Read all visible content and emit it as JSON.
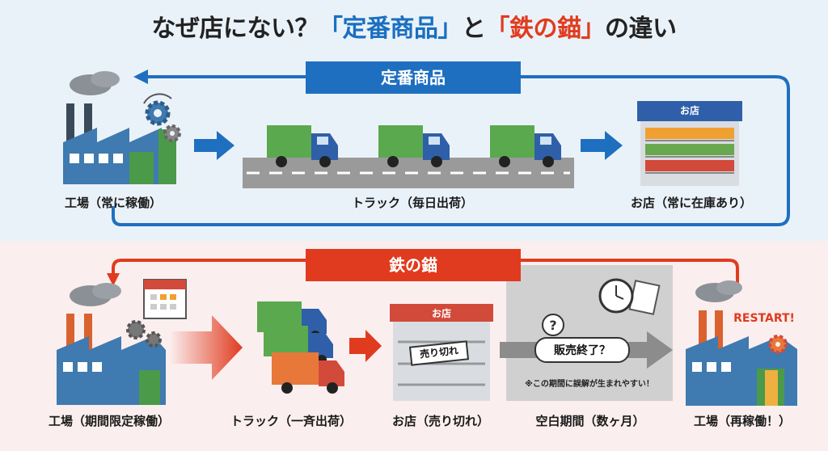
{
  "title": {
    "part1": "なぜ店にない？",
    "part2": "「定番商品」",
    "part3": "と",
    "part4": "「鉄の錨」",
    "part5": "の違い"
  },
  "regular": {
    "banner": "定番商品",
    "factory_label": "工場（常に稼働）",
    "truck_label": "トラック（毎日出荷）",
    "store_label": "お店（常に在庫あり）",
    "store_sign": "お店"
  },
  "limited": {
    "banner": "鉄の錨",
    "factory_label": "工場（期間限定稼働）",
    "truck_label": "トラック（一斉出荷）",
    "store_label": "お店（売り切れ）",
    "store_sign": "お店",
    "sold_out_sign": "売り切れ",
    "gap_label": "空白期間（数ヶ月）",
    "gap_bubble": "販売終了？",
    "gap_note": "※この期間に誤解が生まれやすい！",
    "restart_text": "RESTART!",
    "restart_label": "工場（再稼働！）"
  },
  "colors": {
    "blue": "#1f6fc0",
    "red": "#e03b1f"
  }
}
